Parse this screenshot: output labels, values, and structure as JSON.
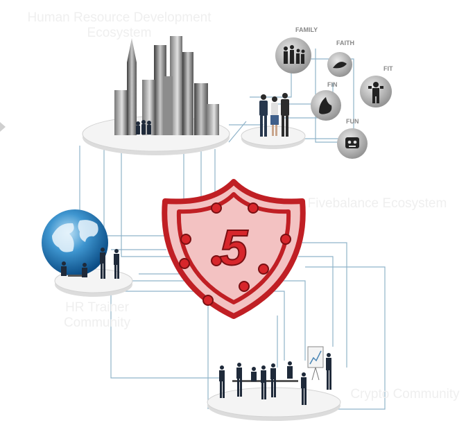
{
  "labels": {
    "hr_ecosystem": [
      "Human Resource Development",
      "Ecosystem"
    ],
    "fivebalance": "Fivebalance Ecosystem",
    "hr_trainer": [
      "HR Trainer",
      "Community"
    ],
    "crypto": "Crypto Community"
  },
  "icons": {
    "family": "FAMILY",
    "faith": "FAITH",
    "fit": "FIT",
    "fin": "FIN",
    "fun": "FUN"
  },
  "logo": {
    "glyph": "5"
  },
  "colors": {
    "shield_red": "#d7262b",
    "line_blue": "#7ba3bd",
    "platform": "#eeeeee",
    "icon_gray": "#9c9c9c"
  }
}
